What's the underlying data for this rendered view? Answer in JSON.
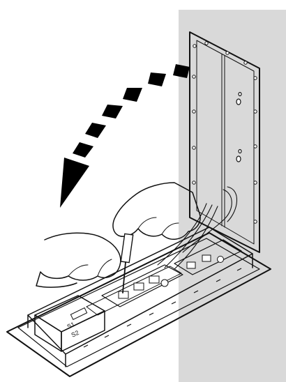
{
  "figure": {
    "kind": "technical line illustration",
    "colors": {
      "ink": "#111111",
      "wall_shadow": "#d9d9d9",
      "background": "#ffffff",
      "arrow": "#000000"
    },
    "panel_labels": [
      "S1",
      "S2"
    ]
  }
}
